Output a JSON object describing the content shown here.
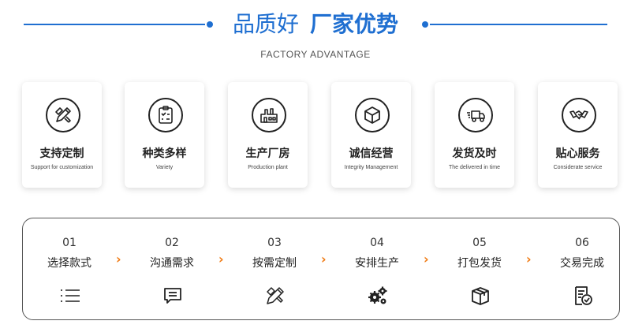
{
  "header": {
    "title_part1": "品质好",
    "title_part2": "厂家优势",
    "subtitle": "FACTORY ADVANTAGE"
  },
  "colors": {
    "brand_blue": "#1f6fd1",
    "arrow_orange": "#f07a12",
    "text": "#222222"
  },
  "advantages": [
    {
      "title": "支持定制",
      "subtitle": "Support for customization",
      "icon": "pencil-ruler-icon"
    },
    {
      "title": "种类多样",
      "subtitle": "Variety",
      "icon": "clipboard-checklist-icon"
    },
    {
      "title": "生产厂房",
      "subtitle": "Production plant",
      "icon": "factory-icon"
    },
    {
      "title": "诚信经营",
      "subtitle": "Integrity Management",
      "icon": "cube-icon"
    },
    {
      "title": "发货及时",
      "subtitle": "The delivered in time",
      "icon": "delivery-truck-icon"
    },
    {
      "title": "贴心服务",
      "subtitle": "Considerate service",
      "icon": "handshake-icon"
    }
  ],
  "process": [
    {
      "num": "01",
      "label": "选择款式",
      "icon": "list-icon"
    },
    {
      "num": "02",
      "label": "沟通需求",
      "icon": "chat-icon"
    },
    {
      "num": "03",
      "label": "按需定制",
      "icon": "pencil-ruler-icon"
    },
    {
      "num": "04",
      "label": "安排生产",
      "icon": "gears-icon"
    },
    {
      "num": "05",
      "label": "打包发货",
      "icon": "package-icon"
    },
    {
      "num": "06",
      "label": "交易完成",
      "icon": "document-check-icon"
    }
  ],
  "arrow_glyph": "›"
}
